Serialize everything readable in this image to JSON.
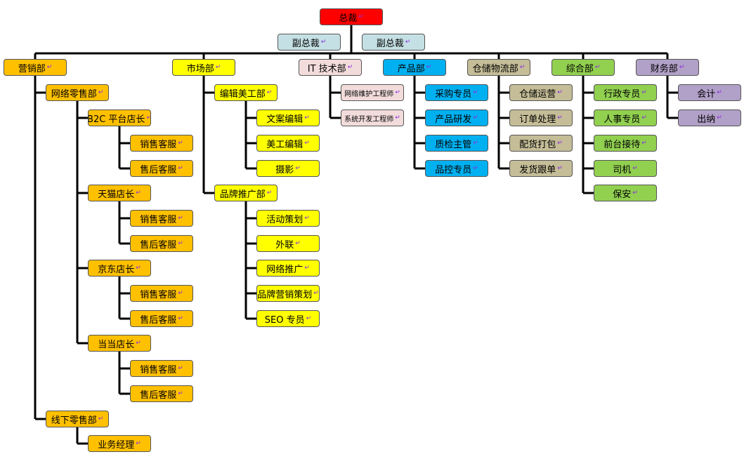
{
  "nodes": {
    "ceo": "总裁",
    "vp1": "副总裁",
    "vp2": "副总裁",
    "marketing_sales": "营销部",
    "online_retail": "网络零售部",
    "b2c": "B2C 平台店长",
    "b2c_sales": "销售客服",
    "b2c_after": "售后客服",
    "tmall": "天猫店长",
    "tmall_sales": "销售客服",
    "tmall_after": "售后客服",
    "jd": "京东店长",
    "jd_sales": "销售客服",
    "jd_after": "售后客服",
    "dangdang": "当当店长",
    "dd_sales": "销售客服",
    "dd_after": "售后客服",
    "offline_retail": "线下零售部",
    "biz_manager": "业务经理",
    "market": "市场部",
    "editing": "编辑美工部",
    "copywriting": "文案编辑",
    "art_edit": "美工编辑",
    "photo": "摄影",
    "brand": "品牌推广部",
    "activity": "活动策划",
    "pr": "外联",
    "web_promo": "网络推广",
    "brand_marketing": "品牌营销策划",
    "seo": "SEO 专员",
    "it": "IT 技术部",
    "net_maint": "网络维护工程师",
    "sys_dev": "系统开发工程师",
    "product": "产品部",
    "purchasing": "采购专员",
    "rnd": "产品研发",
    "qc": "质检主管",
    "quality_ctrl": "品控专员",
    "warehouse": "仓储物流部",
    "wh_ops": "仓储运营",
    "orders": "订单处理",
    "packing": "配货打包",
    "shipping": "发货跟单",
    "general": "综合部",
    "admin": "行政专员",
    "hr": "人事专员",
    "reception": "前台接待",
    "driver": "司机",
    "security": "保安",
    "finance": "财务部",
    "accounting": "会计",
    "cashier": "出纳"
  },
  "return_mark": "↵",
  "colors": {
    "ceo": "#ff0000",
    "vp": "#c5e0e4",
    "marketing": "#ffc000",
    "market": "#ffff00",
    "it": "#f2dcdb",
    "product": "#00b0f0",
    "warehouse": "#c4bd97",
    "general": "#92d050",
    "finance": "#b1a0c7",
    "line": "#000000"
  }
}
